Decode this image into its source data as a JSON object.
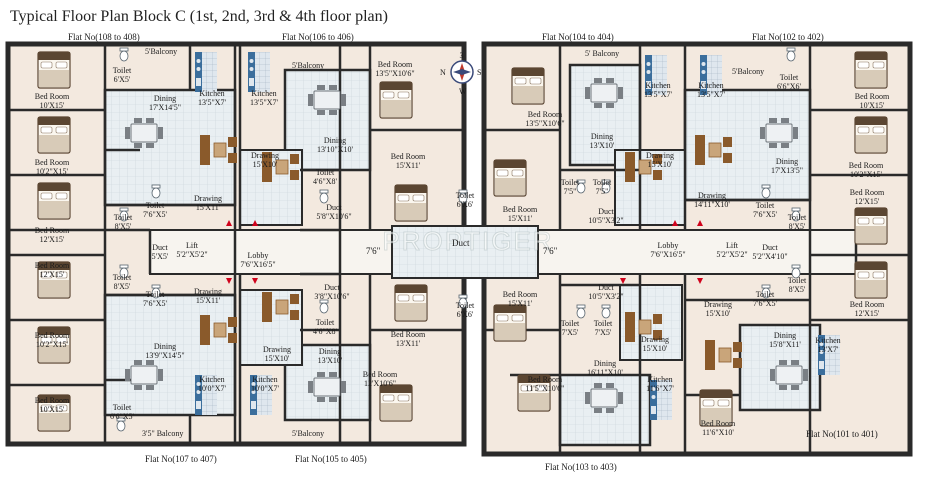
{
  "title": "Typical Floor Plan Block C (1st, 2nd, 3rd & 4th floor plan)",
  "watermark": "PROPTIGER",
  "colors": {
    "floor": "#f3e9df",
    "tile": "#e6eef2",
    "wall": "#2a2a2a",
    "kitchen": "#3b6e9c",
    "wood": "#8a5a2b",
    "bed": "#5b4632"
  },
  "compass": {
    "n": "N",
    "s": "S",
    "e": "3",
    "w": "W"
  },
  "flats": {
    "f108": "Flat No(108 to 408)",
    "f106": "Flat No(106 to 406)",
    "f104": "Flat No(104 to 404)",
    "f102": "Flat No(102 to 402)",
    "f107": "Flat No(107 to 407)",
    "f105": "Flat No(105 to 405)",
    "f103": "Flat No(103 to 403)",
    "f101": "Flat No(101 to 401)"
  },
  "rooms": {
    "r1": [
      "Bed Room",
      "10'X15'"
    ],
    "r2": [
      "Bed Room",
      "10'2\"X15'"
    ],
    "r3": [
      "Bed Room",
      "12'X15'"
    ],
    "r4": [
      "Bed Room",
      "12'X15'"
    ],
    "r5": [
      "Bed Room",
      "10'2\"X15'"
    ],
    "r6": [
      "Bed Room",
      "10'X15'"
    ],
    "r7": [
      "Dining",
      "17'X14'5\""
    ],
    "r8": [
      "Drawing",
      "15'X11'"
    ],
    "r9": [
      "Drawing",
      "15'X11'"
    ],
    "r10": [
      "Dining",
      "13'9\"X14'5\""
    ],
    "r11": [
      "Kitchen",
      "13'5\"X7'"
    ],
    "r12": [
      "Kitchen",
      "10'0\"X7'"
    ],
    "r13": [
      "Toilet",
      "6'X5'"
    ],
    "r14": [
      "Toilet",
      "6'6\"X5'"
    ],
    "r15": [
      "Toilet",
      "7'6\"X5'"
    ],
    "r16": [
      "Toilet",
      "8'X5'"
    ],
    "r17": [
      "Toilet",
      "8'X5'"
    ],
    "r18": [
      "Toilet",
      "7'6\"X5'"
    ],
    "r19": [
      "Duct",
      "5'X5'"
    ],
    "r20": [
      "Lift",
      "5'2\"X5'2\""
    ],
    "r21": [
      "Lobby",
      "7'6\"X16'5\""
    ],
    "r22": [
      "Kitchen",
      "13'5\"X7'"
    ],
    "r23": [
      "Dining",
      "13'10\"X10'"
    ],
    "r24": [
      "Drawing",
      "15'X10'"
    ],
    "r25": [
      "Bed Room",
      "13'5\"X10'6\""
    ],
    "r26": [
      "Bed Room",
      "15'X11'"
    ],
    "r27": [
      "Toilet",
      "4'6\"X8'"
    ],
    "r28": [
      "Duct",
      "5'8\"X10'6\""
    ],
    "r29": [
      "Toilet",
      "6'X6'"
    ],
    "r30": [
      "Duct",
      "3'8\"X10'6\""
    ],
    "r31": [
      "Toilet",
      "4'6\"X8'"
    ],
    "r32": [
      "Drawing",
      "15'X10'"
    ],
    "r33": [
      "Dining",
      "13'X10'"
    ],
    "r34": [
      "Bed Room",
      "13'X11'"
    ],
    "r35": [
      "Bed Room",
      "12'X10'6\""
    ],
    "r36": [
      "Kitchen",
      "10'0\"X7'"
    ],
    "r37": [
      "Toilet",
      "6'X6'"
    ],
    "r38": [
      "Bed Room",
      "13'5\"X10'6\""
    ],
    "r39": [
      "Dining",
      "13'X10'"
    ],
    "r40": [
      "Drawing",
      "15'X10'"
    ],
    "r41": [
      "Bed Room",
      "15'X11'"
    ],
    "r42": [
      "Toilet",
      "7'5\""
    ],
    "r43": [
      "Toilet",
      "7'5\""
    ],
    "r44": [
      "Duct",
      "10'5\"X3'2\""
    ],
    "r45": [
      "Kitchen",
      "13'5\"X7'"
    ],
    "r46": [
      "Duct",
      "10'5\"X3'2\""
    ],
    "r47": [
      "Bed Room",
      "15'X11'"
    ],
    "r48": [
      "Toilet",
      "7'X5'"
    ],
    "r49": [
      "Toilet",
      "7'X5'"
    ],
    "r50": [
      "Drawing",
      "15'X10'"
    ],
    "r51": [
      "Dining",
      "16'11\"X10'"
    ],
    "r52": [
      "Bed Room",
      "11'5\"X10'6\""
    ],
    "r53": [
      "Kitchen",
      "11'6\"X7'"
    ],
    "r54": [
      "Kitchen",
      "13'5\"X7'"
    ],
    "r55": [
      "Dining",
      "17'X13'5\""
    ],
    "r56": [
      "Drawing",
      "14'11\"X10'"
    ],
    "r57": [
      "Toilet",
      "6'6\"X6'"
    ],
    "r58": [
      "Bed Room",
      "10'X15'"
    ],
    "r59": [
      "Bed Room",
      "10'2\"X15'"
    ],
    "r60": [
      "Bed Room",
      "12'X15'"
    ],
    "r61": [
      "Toilet",
      "7'6\"X5'"
    ],
    "r62": [
      "Toilet",
      "8'X5'"
    ],
    "r63": [
      "Lift",
      "5'2\"X5'2\""
    ],
    "r64": [
      "Duct",
      "5'2\"X4'10\""
    ],
    "r65": [
      "Toilet",
      "8'X5'"
    ],
    "r66": [
      "Toilet",
      "7'6\"X5'"
    ],
    "r67": [
      "Bed Room",
      "12'X15'"
    ],
    "r68": [
      "Drawing",
      "15'X10'"
    ],
    "r69": [
      "Dining",
      "15'8\"X11'"
    ],
    "r70": [
      "Kitchen",
      "13'X7'"
    ],
    "r71": [
      "Bed Room",
      "11'6\"X10'"
    ],
    "r72": [
      "Lobby",
      "7'6\"X16'5\""
    ]
  },
  "balconies": {
    "b1": "5'Balcony",
    "b2": "5'Balcony",
    "b3": "5' Balcony",
    "b4": "5'Balcony",
    "b5": "3'5\" Balcony",
    "b6": "5'Balcony"
  },
  "corridor": {
    "duct": "Duct",
    "width_left": "7'6\"",
    "width_right": "7'6\""
  }
}
